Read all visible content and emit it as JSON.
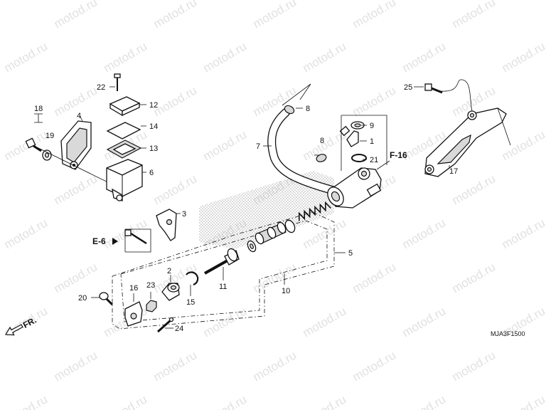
{
  "watermark": {
    "text": "motod.ru"
  },
  "callouts": [
    {
      "id": "1",
      "text": "1"
    },
    {
      "id": "2",
      "text": "2"
    },
    {
      "id": "3",
      "text": "3"
    },
    {
      "id": "4",
      "text": "4"
    },
    {
      "id": "5",
      "text": "5"
    },
    {
      "id": "6",
      "text": "6"
    },
    {
      "id": "7",
      "text": "7"
    },
    {
      "id": "8a",
      "text": "8"
    },
    {
      "id": "8b",
      "text": "8"
    },
    {
      "id": "9",
      "text": "9"
    },
    {
      "id": "10",
      "text": "10"
    },
    {
      "id": "11",
      "text": "11"
    },
    {
      "id": "12",
      "text": "12"
    },
    {
      "id": "13",
      "text": "13"
    },
    {
      "id": "14",
      "text": "14"
    },
    {
      "id": "15",
      "text": "15"
    },
    {
      "id": "16",
      "text": "16"
    },
    {
      "id": "17",
      "text": "17"
    },
    {
      "id": "18",
      "text": "18"
    },
    {
      "id": "19",
      "text": "19"
    },
    {
      "id": "20",
      "text": "20"
    },
    {
      "id": "21",
      "text": "21"
    },
    {
      "id": "22",
      "text": "22"
    },
    {
      "id": "23",
      "text": "23"
    },
    {
      "id": "24",
      "text": "24"
    },
    {
      "id": "25",
      "text": "25"
    }
  ],
  "references": {
    "e6": "E-6",
    "f16": "F-16"
  },
  "direction": {
    "label": "FR."
  },
  "diagram_code": "MJA3F1500"
}
